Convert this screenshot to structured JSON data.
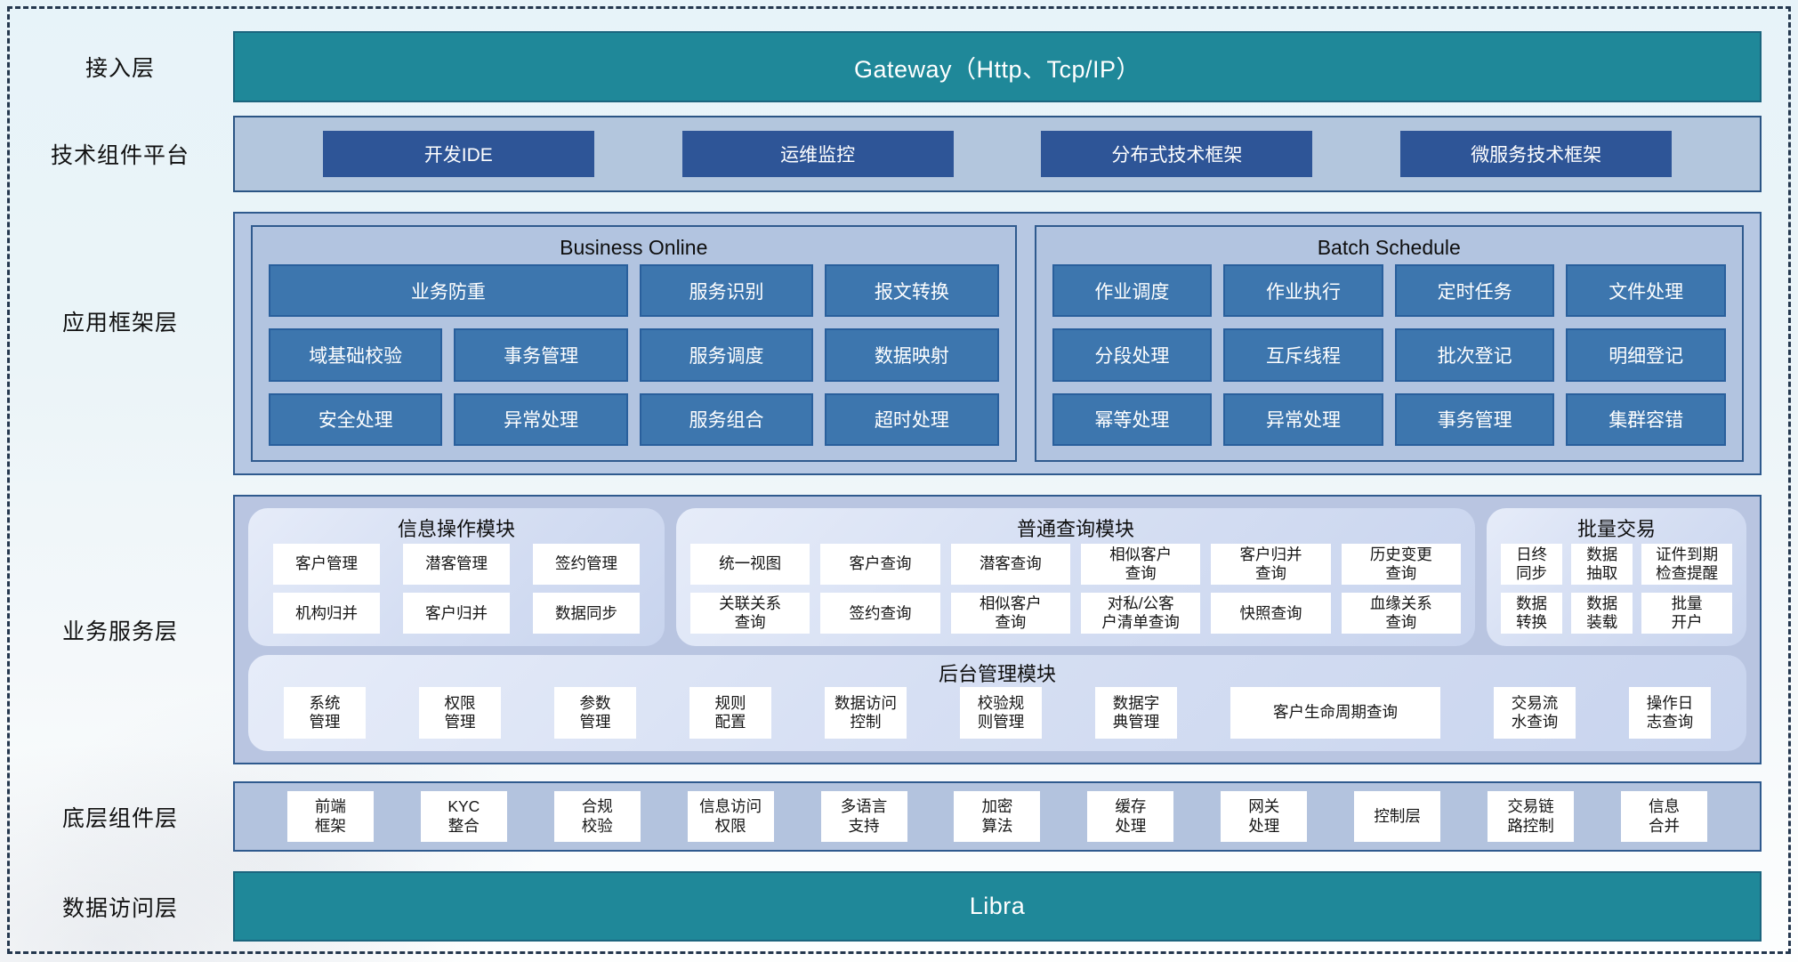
{
  "access_layer": {
    "label": "接入层",
    "gateway_label": "Gateway（Http、Tcp/IP）"
  },
  "tech_platform": {
    "label": "技术组件平台",
    "items": [
      "开发IDE",
      "运维监控",
      "分布式技术框架",
      "微服务技术框架"
    ]
  },
  "app_framework": {
    "label": "应用框架层",
    "business_online": {
      "title": "Business Online",
      "items": [
        "业务防重",
        "服务识别",
        "报文转换",
        "域基础校验",
        "事务管理",
        "服务调度",
        "数据映射",
        "安全处理",
        "异常处理",
        "服务组合",
        "超时处理"
      ]
    },
    "batch_schedule": {
      "title": "Batch Schedule",
      "items": [
        "作业调度",
        "作业执行",
        "定时任务",
        "文件处理",
        "分段处理",
        "互斥线程",
        "批次登记",
        "明细登记",
        "幂等处理",
        "异常处理",
        "事务管理",
        "集群容错"
      ]
    }
  },
  "business_service": {
    "label": "业务服务层",
    "info_module": {
      "title": "信息操作模块",
      "items": [
        "客户管理",
        "潜客管理",
        "签约管理",
        "机构归并",
        "客户归并",
        "数据同步"
      ]
    },
    "query_module": {
      "title": "普通查询模块",
      "items": [
        "统一视图",
        "客户查询",
        "潜客查询",
        "相似客户\n查询",
        "客户归并\n查询",
        "历史变更\n查询",
        "关联关系\n查询",
        "签约查询",
        "相似客户\n查询",
        "对私/公客\n户清单查询",
        "快照查询",
        "血缘关系\n查询"
      ]
    },
    "batch_trade": {
      "title": "批量交易",
      "items": [
        "日终\n同步",
        "数据\n抽取",
        "证件到期\n检查提醒",
        "数据\n转换",
        "数据\n装载",
        "批量\n开户"
      ]
    },
    "admin_module": {
      "title": "后台管理模块",
      "items": [
        "系统\n管理",
        "权限\n管理",
        "参数\n管理",
        "规则\n配置",
        "数据访问\n控制",
        "校验规\n则管理",
        "数据字\n典管理",
        "客户生命周期查询",
        "交易流\n水查询",
        "操作日\n志查询"
      ]
    }
  },
  "base_components": {
    "label": "底层组件层",
    "items": [
      "前端\n框架",
      "KYC\n整合",
      "合规\n校验",
      "信息访问\n权限",
      "多语言\n支持",
      "加密\n算法",
      "缓存\n处理",
      "网关\n处理",
      "控制层",
      "交易链\n路控制",
      "信息\n合并"
    ]
  },
  "data_access": {
    "label": "数据访问层",
    "bar_label": "Libra"
  },
  "colors": {
    "teal": "#1f8899",
    "navy_button": "#2e5597",
    "blue_button": "#3d76ae",
    "box_fill": "#b7c8e3",
    "box_border": "#2f5a8e",
    "frame_dash": "#24374e",
    "background": "#e8f4f9"
  }
}
